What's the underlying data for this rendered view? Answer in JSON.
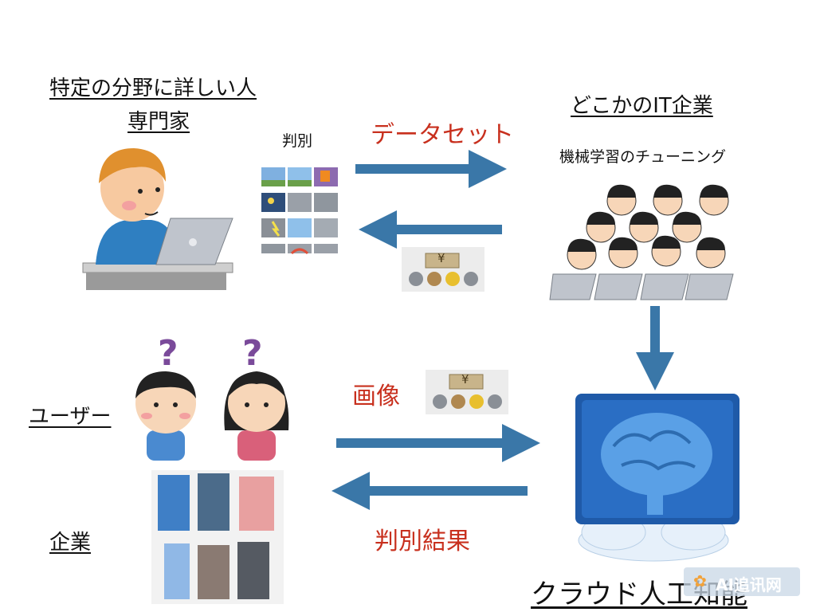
{
  "expert": {
    "line1": "特定の分野に詳しい人",
    "line2": "専門家"
  },
  "company_top": {
    "label": "どこかのIT企業",
    "sub": "機械学習のチューニング"
  },
  "classify_label": "判別",
  "arrow_dataset": "データセット",
  "arrow_image": "画像",
  "arrow_result": "判別結果",
  "users_label": "ユーザー",
  "enterprise_label": "企業",
  "cloud_ai_label": "クラウド人工知能",
  "coin_symbol": "¥",
  "watermark": "AI追讯网",
  "colors": {
    "arrow": "#3a77a8",
    "accent_red": "#c8301e",
    "chip_blue": "#1f5aa8"
  }
}
